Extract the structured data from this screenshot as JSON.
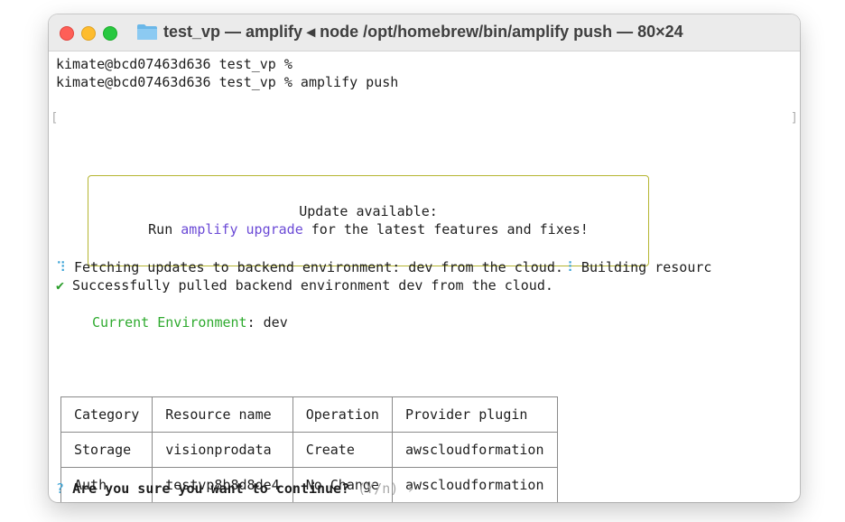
{
  "window": {
    "title": "test_vp — amplify ◂ node /opt/homebrew/bin/amplify push — 80×24"
  },
  "terminal": {
    "line1": "kimate@bcd07463d636 test_vp %",
    "line2": "kimate@bcd07463d636 test_vp % amplify push",
    "update_box": {
      "title": "Update available:",
      "prefix": "Run ",
      "command": "amplify upgrade",
      "suffix": " for the latest features and fixes!"
    },
    "fetch_spinner": "⠹",
    "fetch_text": " Fetching updates to backend environment: dev from the cloud.",
    "build_spinner": "⠸",
    "build_text": " Building resourc",
    "success_check": "✔",
    "success_text": " Successfully pulled backend environment dev from the cloud.",
    "env_label": "Current Environment",
    "env_value": ": dev",
    "table": {
      "headers": [
        "Category",
        "Resource name",
        "Operation",
        "Provider plugin"
      ],
      "rows": [
        [
          "Storage",
          "visionprodata",
          "Create",
          "awscloudformation"
        ],
        [
          "Auth",
          "testvp8b8d8de4",
          "No Change",
          "awscloudformation"
        ]
      ]
    },
    "prompt": {
      "marker": "?",
      "question": "Are you sure you want to continue?",
      "hint": "(Y/n) ›"
    }
  },
  "colors": {
    "link": "#6b4ad6",
    "spinner": "#3aa3d6",
    "success": "#2a9d2a",
    "env_label": "#2eaa2e",
    "box_border": "#b5b530"
  }
}
